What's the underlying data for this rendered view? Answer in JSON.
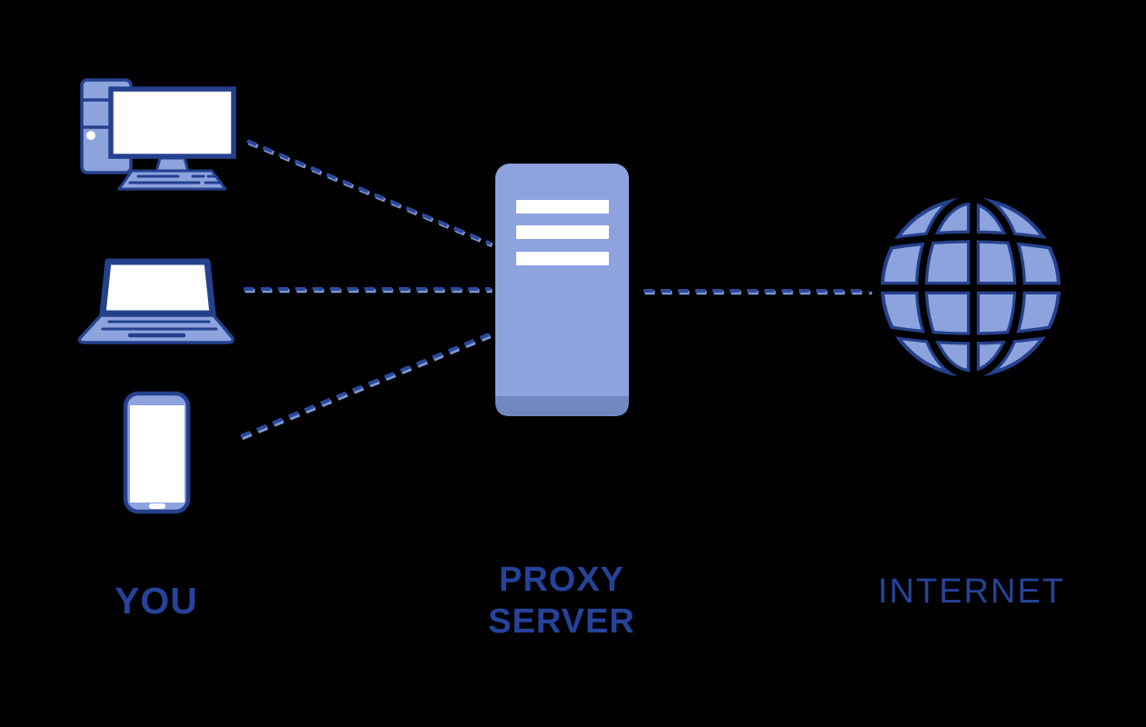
{
  "diagram": {
    "title": "Proxy server network diagram",
    "labels": {
      "you": "YOU",
      "proxy_line1": "PROXY",
      "proxy_line2": "SERVER",
      "internet": "INTERNET"
    },
    "nodes": [
      {
        "id": "clients",
        "label": "YOU",
        "devices": [
          "desktop-computer",
          "laptop",
          "smartphone"
        ]
      },
      {
        "id": "proxy-server",
        "label": "PROXY SERVER",
        "icon": "server-tower"
      },
      {
        "id": "internet",
        "label": "INTERNET",
        "icon": "globe"
      }
    ],
    "connections": [
      {
        "from": "desktop-computer",
        "to": "proxy-server",
        "style": "dashed"
      },
      {
        "from": "laptop",
        "to": "proxy-server",
        "style": "dashed"
      },
      {
        "from": "smartphone",
        "to": "proxy-server",
        "style": "dashed"
      },
      {
        "from": "proxy-server",
        "to": "internet",
        "style": "dashed"
      }
    ],
    "colors": {
      "background": "#000000",
      "device_fill": "#8CA3DE",
      "outline_navy": "#25418D",
      "dash_navy": "#2C4A9C",
      "dash_highlight": "#8098D2",
      "server_body": "#8CA3DE",
      "server_shadow": "#7187BF",
      "screen_white": "#FFFFFF",
      "label_text": "#26439A"
    }
  }
}
